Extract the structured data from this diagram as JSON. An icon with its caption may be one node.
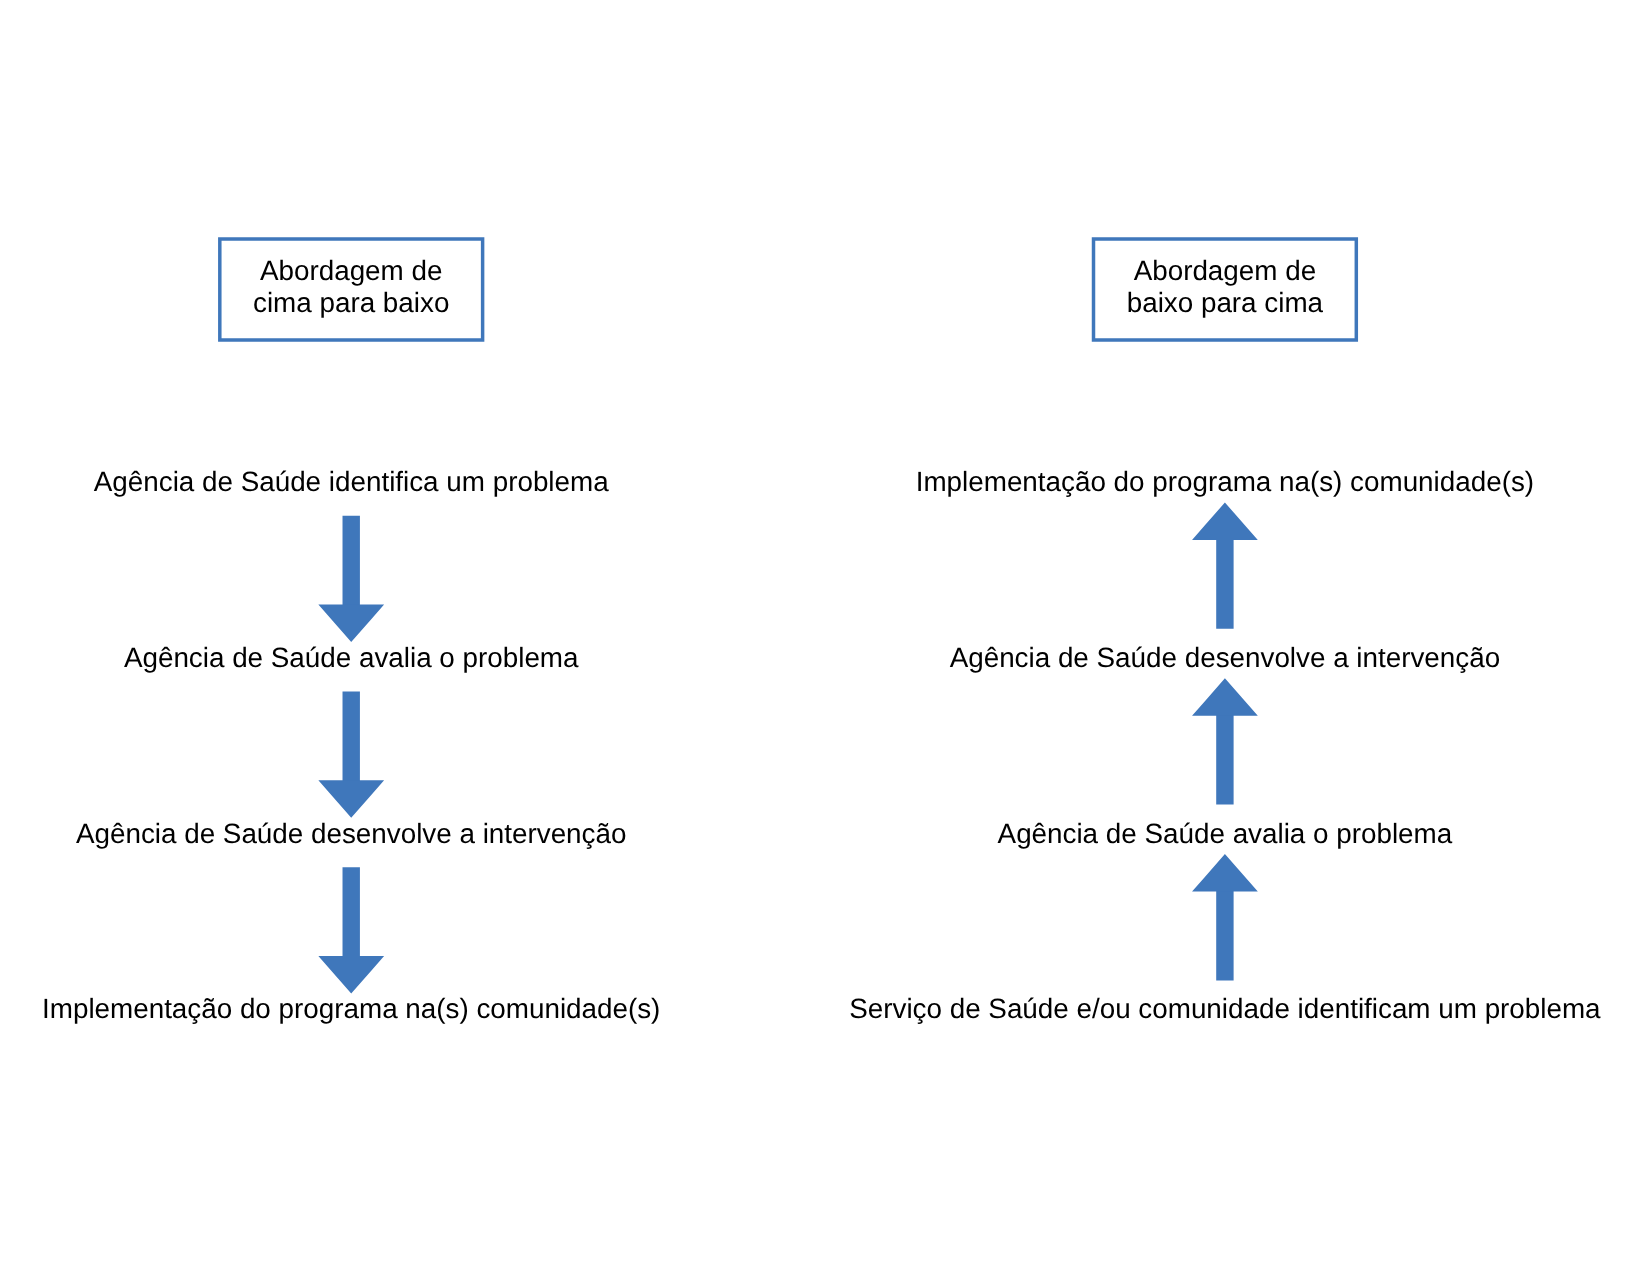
{
  "diagram": {
    "nodes": [
      {
        "text": [
          "Abordagem de cima para baixo"
        ]
      },
      {
        "text": [
          "Agência de Saúde identifica um problema"
        ]
      },
      {
        "text": [
          "Agência de Saúde avalia o problema"
        ]
      },
      {
        "text": [
          "Agência de Saúde desenvolve a intervenção"
        ]
      },
      {
        "text": [
          "Implementação do programa na(s) comunidade(s)"
        ]
      },
      {
        "text": [
          "Abordagem de baixo para cima"
        ]
      },
      {
        "text": [
          "Implementação do programa na(s) comunidade(s)"
        ]
      },
      {
        "text": [
          "Agência de Saúde desenvolve a intervenção"
        ]
      },
      {
        "text": [
          "Agência de Saúde avalia o problema"
        ]
      },
      {
        "text": [
          "Serviço de Saúde e/ou comunidade identificam um problema"
        ]
      }
    ],
    "edges": [
      {
        "from": 1,
        "to": 2,
        "arrow": "to"
      },
      {
        "from": 2,
        "to": 3,
        "arrow": "to"
      },
      {
        "from": 3,
        "to": 4,
        "arrow": "to"
      },
      {
        "from": 9,
        "to": 8,
        "arrow": "to"
      },
      {
        "from": 8,
        "to": 7,
        "arrow": "to"
      },
      {
        "from": 7,
        "to": 6,
        "arrow": "to"
      }
    ]
  }
}
